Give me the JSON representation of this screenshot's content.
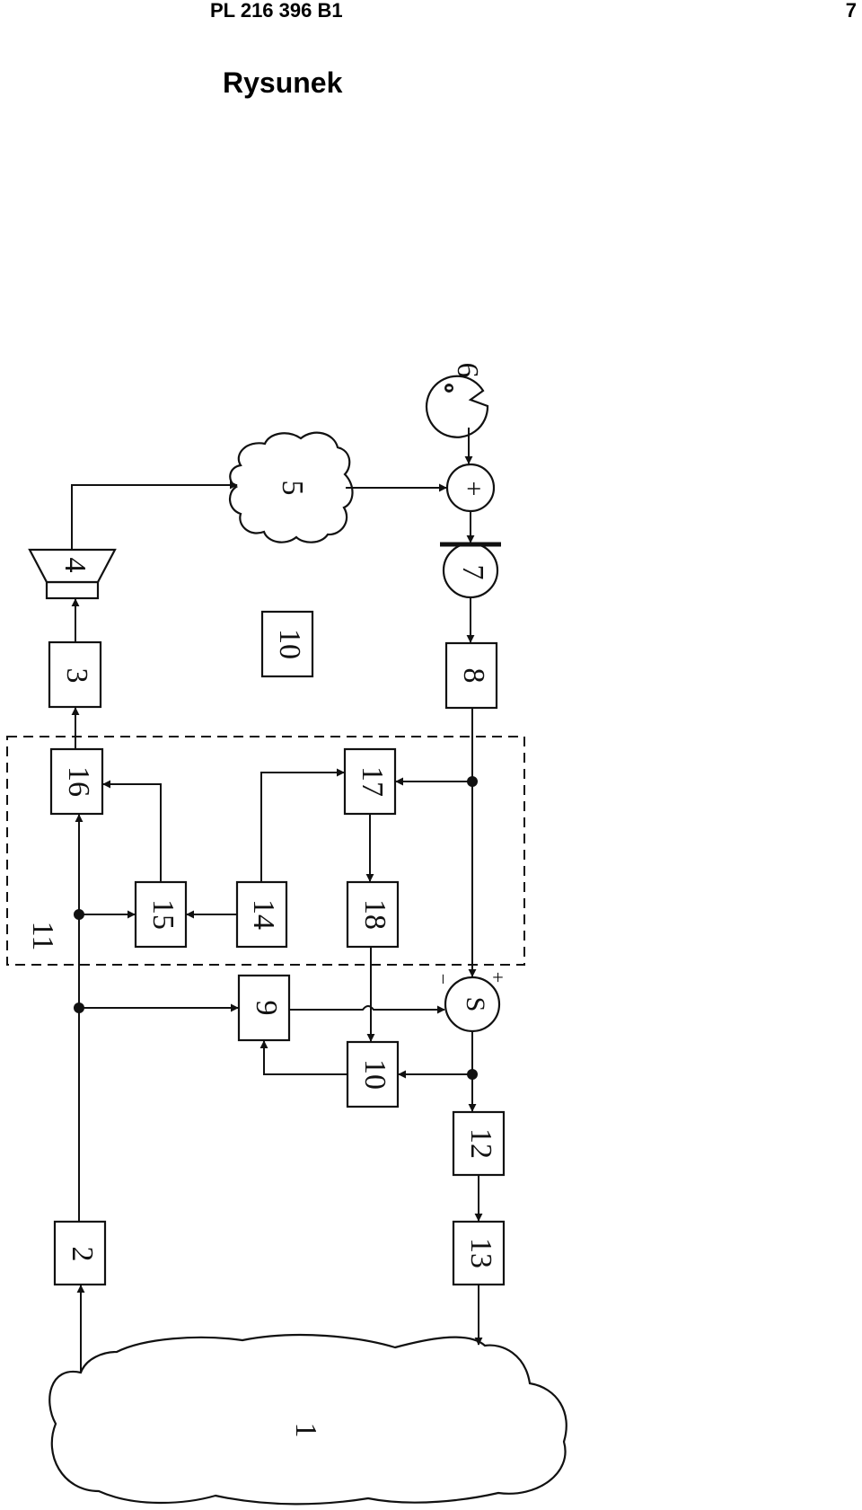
{
  "header": {
    "doc_number": "PL 216 396 B1",
    "page_number": "7"
  },
  "figure": {
    "title": "Rysunek"
  },
  "blocks": {
    "b1": "1",
    "b2": "2",
    "b3": "3",
    "b4": "4",
    "b5": "5",
    "b6": "6",
    "b7": "7",
    "b8": "8",
    "b9": "9",
    "b10": "10",
    "b10_standalone": "10",
    "b11": "11",
    "b12": "12",
    "b13": "13",
    "b14": "14",
    "b15": "15",
    "b16": "16",
    "b17": "17",
    "b18": "18"
  },
  "symbols": {
    "sum_plus": "+",
    "sub_s": "S",
    "sub_minus": "−",
    "sub_plus": "+",
    "source_o": "o"
  }
}
